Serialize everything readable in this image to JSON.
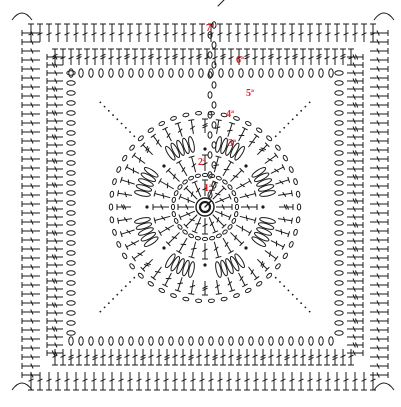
{
  "diagram": {
    "round_labels": [
      "1ª",
      "2ª",
      "3ª",
      "4ª",
      "5ª",
      "6ª",
      "7ª"
    ],
    "colors": {
      "stitch": "#1a1a1a",
      "round_label": "#e01e24",
      "background": "#ffffff"
    },
    "icons": [
      "magic-ring-icon",
      "chain-stitch-icon",
      "double-crochet-icon",
      "treble-crochet-icon",
      "slip-stitch-icon",
      "single-crochet-icon",
      "cluster-petal-icon"
    ]
  }
}
